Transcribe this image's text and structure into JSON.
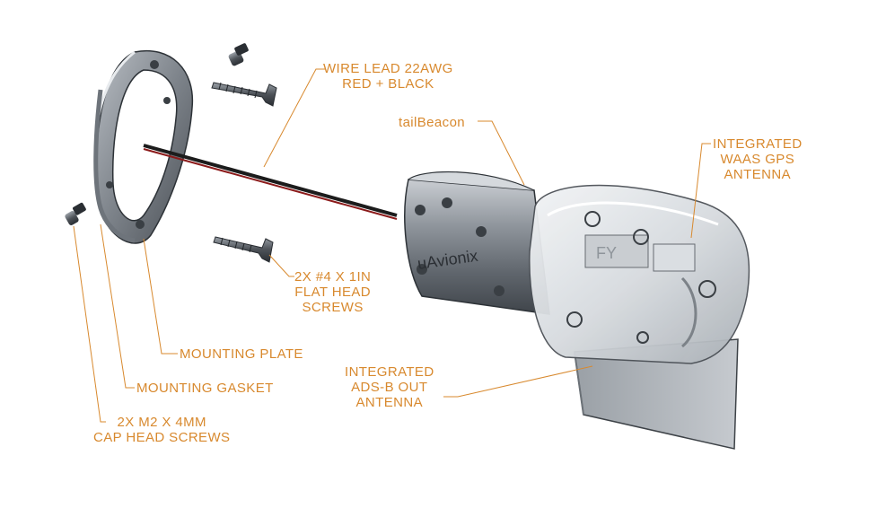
{
  "accent_color": "#d8892e",
  "labels": {
    "wire_lead": {
      "line1": "WIRE LEAD 22AWG",
      "line2": "RED + BLACK"
    },
    "tailbeacon": "tailBeacon",
    "gps": {
      "line1": "INTEGRATED",
      "line2": "WAAS GPS",
      "line3": "ANTENNA"
    },
    "flat_screws": {
      "line1": "2X #4 X 1IN",
      "line2": "FLAT HEAD",
      "line3": "SCREWS"
    },
    "mounting_plate": "MOUNTING PLATE",
    "mounting_gasket": "MOUNTING GASKET",
    "adsb": {
      "line1": "INTEGRATED",
      "line2": "ADS-B OUT",
      "line3": "ANTENNA"
    },
    "cap_screws": {
      "line1": "2X M2 X 4MM",
      "line2": "CAP HEAD SCREWS"
    }
  },
  "brand_text": "uAvionix",
  "window_text": "FY"
}
